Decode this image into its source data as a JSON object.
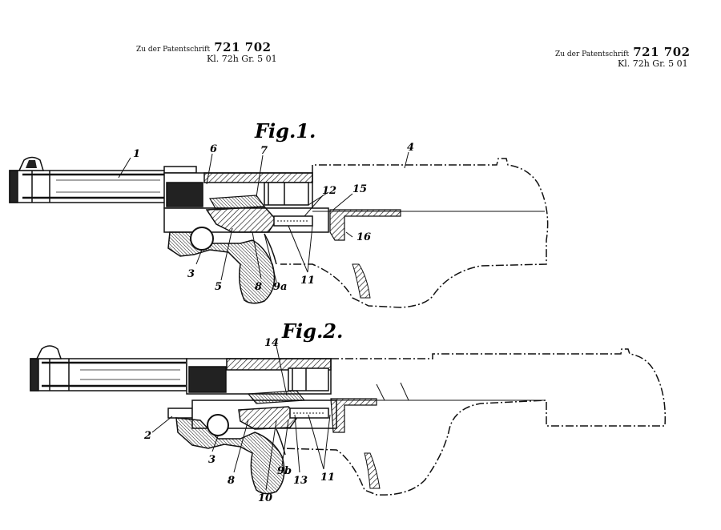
{
  "header_left": {
    "prefix": "Zu der Patentschrift",
    "number": "721 702",
    "class_line": "Kl. 72h   Gr. 5 01"
  },
  "header_right": {
    "prefix": "Zu der Patentschrift",
    "number": "721 702",
    "class_line": "Kl. 72h   Gr. 5 01"
  },
  "fig1": {
    "title": "Fig.1.",
    "labels": {
      "l1": "1",
      "l3": "3",
      "l4": "4",
      "l5": "5",
      "l6": "6",
      "l7": "7",
      "l8": "8",
      "l9a": "9a",
      "l11": "11",
      "l12": "12",
      "l15": "15",
      "l16": "16"
    }
  },
  "fig2": {
    "title": "Fig.2.",
    "labels": {
      "l2": "2",
      "l3": "3",
      "l8": "8",
      "l9b": "9b",
      "l10": "10",
      "l11": "11",
      "l13": "13",
      "l14": "14"
    }
  },
  "colors": {
    "ink": "#111111",
    "paper": "#ffffff"
  }
}
